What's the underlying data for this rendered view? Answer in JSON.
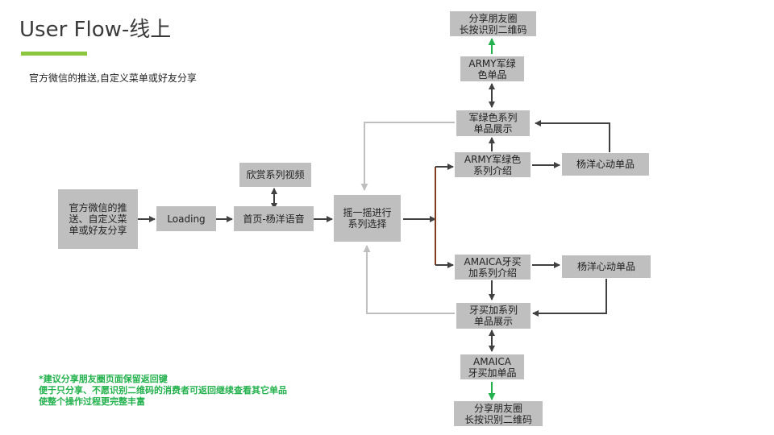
{
  "header": {
    "title": "User Flow-线上",
    "subtitle": "官方微信的推送,自定义菜单或好友分享"
  },
  "nodes": {
    "start": [
      "官方微信的推",
      "送、自定义菜",
      "单或好友分享"
    ],
    "loading": [
      "Loading"
    ],
    "home": [
      "首页-杨洋语音"
    ],
    "video": [
      "欣赏系列视频"
    ],
    "shake": [
      "摇一摇进行",
      "系列选择"
    ],
    "army_intro": [
      "ARMY军绿色",
      "系列介绍"
    ],
    "army_heart": [
      "杨洋心动单品"
    ],
    "army_list": [
      "军绿色系列",
      "单品展示"
    ],
    "army_item": [
      "ARMY军绿",
      "色单品"
    ],
    "army_share": [
      "分享朋友圈",
      "长按识别二维码"
    ],
    "amaica_intro": [
      "AMAICA牙买",
      "加系列介绍"
    ],
    "amaica_heart": [
      "杨洋心动单品"
    ],
    "amaica_list": [
      "牙买加系列",
      "单品展示"
    ],
    "amaica_item": [
      "AMAICA",
      "牙买加单品"
    ],
    "amaica_share": [
      "分享朋友圈",
      "长按识别二维码"
    ]
  },
  "note": {
    "lines": [
      "*建议分享朋友圈页面保留返回键",
      "便于只分享、不愿识别二维码的消费者可返回继续查看其它单品",
      "使整个操作过程更完整丰富"
    ]
  },
  "colors": {
    "box": "#bfbfbf",
    "arrow": "#404040",
    "back_arrow": "#bfbfbf",
    "branch_line": "#7f3f1f",
    "green": "#22b14c",
    "accent": "#8cc63f"
  }
}
